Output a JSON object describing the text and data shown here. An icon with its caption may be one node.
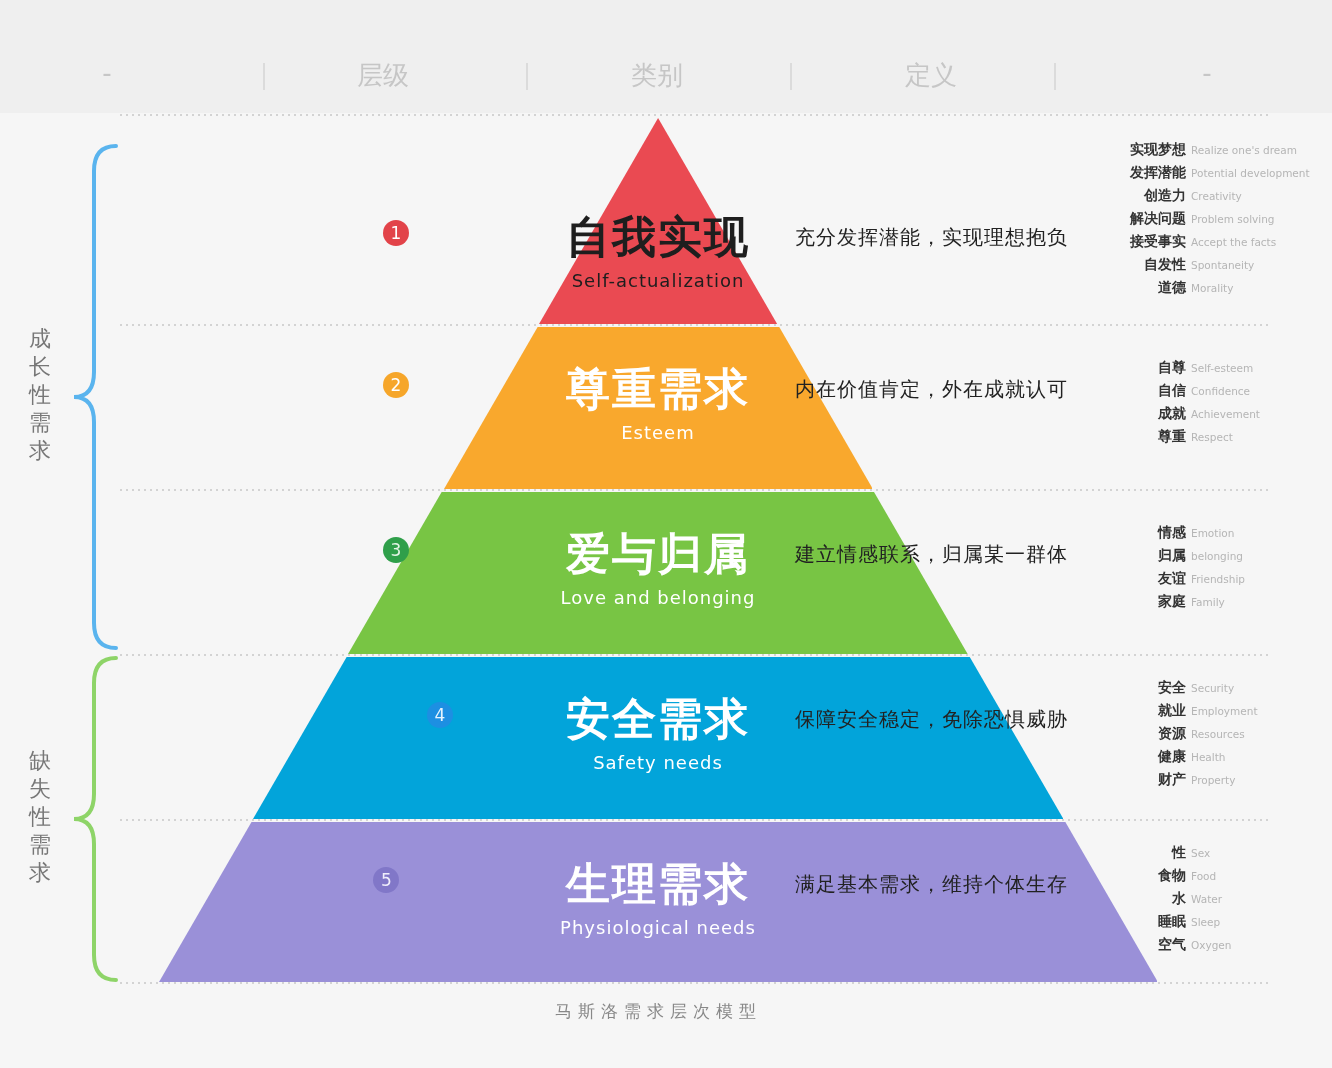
{
  "diagram": {
    "caption": "马斯洛需求层次模型",
    "nodes": [
      {
        "text": [
          "自我实现",
          "Self-actualization",
          "充分发挥潜能，实现理想抱负"
        ],
        "beside": [
          "实现梦想",
          "Realize one's dream",
          "发挥潜能",
          "Potential development",
          "创造力",
          "Creativity",
          "解决问题",
          "Problem solving",
          "接受事实",
          "Accept the facts",
          "自发性",
          "Spontaneity",
          "道德",
          "Morality"
        ]
      },
      {
        "text": [
          "尊重需求",
          "Esteem",
          "内在价值肯定，外在成就认可"
        ],
        "beside": [
          "自尊",
          "Self-esteem",
          "自信",
          "Confidence",
          "成就",
          "Achievement",
          "尊重",
          "Respect"
        ]
      },
      {
        "text": [
          "爱与归属",
          "Love and belonging",
          "建立情感联系，归属某一群体"
        ],
        "beside": [
          "情感",
          "Emotion",
          "归属",
          "belonging",
          "友谊",
          "Friendship",
          "家庭",
          "Family"
        ]
      },
      {
        "text": [
          "安全需求",
          "Safety needs",
          "保障安全稳定，免除恐惧威胁"
        ],
        "beside": [
          "安全",
          "Security",
          "就业",
          "Employment",
          "资源",
          "Resources",
          "健康",
          "Health",
          "财产",
          "Property"
        ]
      },
      {
        "text": [
          "生理需求",
          "Physiological needs",
          "满足基本需求，维持个体生存"
        ],
        "beside": [
          "性",
          "Sex",
          "食物",
          "Food",
          "水",
          "Water",
          "睡眠",
          "Sleep",
          "空气",
          "Oxygen"
        ]
      },
      {
        "text": [
          "1"
        ]
      },
      {
        "text": [
          "2"
        ]
      },
      {
        "text": [
          "3"
        ]
      },
      {
        "text": [
          "4"
        ],
        "in": 3
      },
      {
        "text": [
          "5"
        ],
        "in": 4
      }
    ],
    "labels": [
      "-",
      "层级",
      "类别",
      "定义",
      "-",
      "成长性需求",
      "缺失性需求"
    ]
  }
}
